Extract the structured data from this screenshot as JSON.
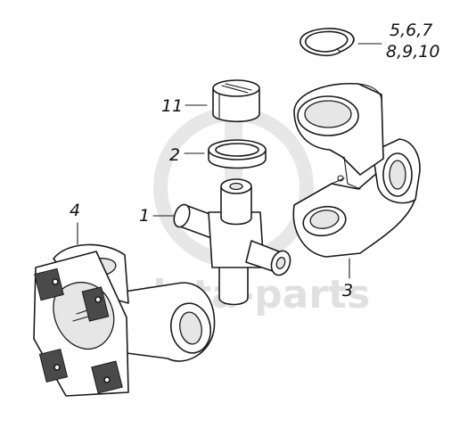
{
  "callouts": {
    "c1": "1",
    "c2": "2",
    "c3": "3",
    "c4": "4",
    "c11": "11",
    "c5_line1": "5,6,7",
    "c5_line2": "8,9,10"
  },
  "watermark": {
    "text": "data-parts",
    "color": "#c8c8c8"
  },
  "colors": {
    "line": "#1a1a1a",
    "background": "#ffffff",
    "shade": "#e6e6e6"
  }
}
